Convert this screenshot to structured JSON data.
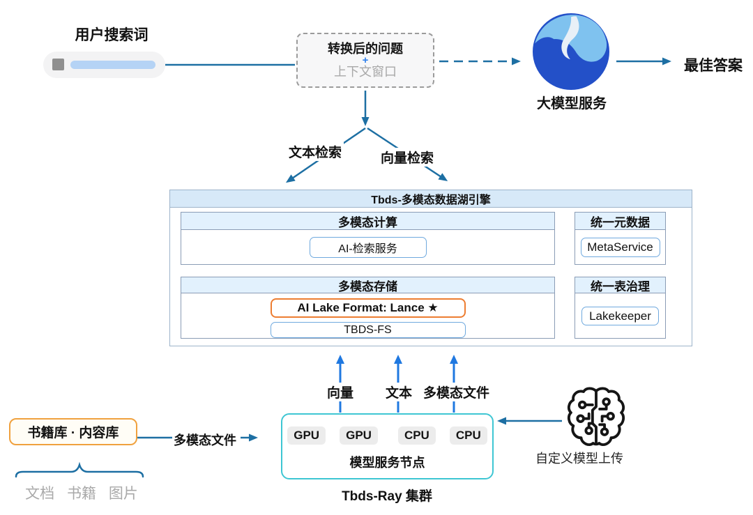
{
  "top": {
    "search_title": "用户搜索词",
    "transform_box": {
      "line1": "转换后的问题",
      "plus": "+",
      "line2": "上下文窗口"
    },
    "llm_label": "大模型服务",
    "best_answer": "最佳答案"
  },
  "retrieval": {
    "text_label": "文本检索",
    "vector_label": "向量检索"
  },
  "lake": {
    "title": "Tbds-多模态数据湖引擎",
    "compute": {
      "title": "多模态计算",
      "service": "AI-检索服务"
    },
    "metadata": {
      "title": "统一元数据",
      "service": "MetaService"
    },
    "storage": {
      "title": "多模态存储",
      "lance": "AI Lake Format: Lance ★",
      "fs": "TBDS-FS"
    },
    "governance": {
      "title": "统一表治理",
      "service": "Lakekeeper"
    }
  },
  "flows": {
    "vector": "向量",
    "text": "文本",
    "multimodal": "多模态文件"
  },
  "ray": {
    "chips": [
      "GPU",
      "GPU",
      "CPU",
      "CPU"
    ],
    "node_label": "模型服务节点",
    "cluster_label": "Tbds-Ray 集群"
  },
  "source": {
    "library_label": "书籍库 · 内容库",
    "flow_label": "多模态文件",
    "types": "文档 书籍 图片"
  },
  "upload": {
    "label": "自定义模型上传"
  },
  "colors": {
    "arrow_steel": "#1d6fa3",
    "arrow_blue": "#1f78e0",
    "lake_header_bg": "#d7e9f8",
    "sub_header_bg": "#e2f1fd",
    "pill_border": "#6fa9de",
    "lance_border": "#ed7d31",
    "ray_border": "#3ec6d3",
    "library_border": "#f0a13e",
    "plus_blue": "#2f80ed",
    "muted_gray": "#a8a8a8",
    "logo_dark_blue": "#2350c8",
    "logo_light_blue": "#7fc2ef"
  }
}
